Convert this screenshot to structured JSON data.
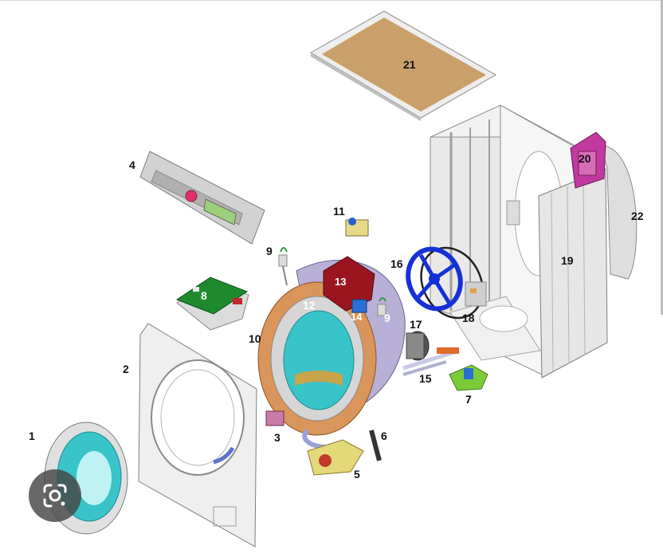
{
  "labels": {
    "p1": "1",
    "p2": "2",
    "p3": "3",
    "p4": "4",
    "p5": "5",
    "p6": "6",
    "p7": "7",
    "p8": "8",
    "p9a": "9",
    "p9b": "9",
    "p10": "10",
    "p11": "11",
    "p12": "12",
    "p13": "13",
    "p14": "14",
    "p15": "15",
    "p16": "16",
    "p17": "17",
    "p18": "18",
    "p19": "19",
    "p20": "20",
    "p21": "21",
    "p22": "22"
  },
  "icons": {
    "lens": "google-lens-icon"
  },
  "colors": {
    "lid": "#c9a06a",
    "tub": "#b9b0d8",
    "gasket": "#d9955a",
    "glass": "#39c4c9",
    "pulley": "#1531d6",
    "board": "#1e8a2d",
    "heater_block": "#9b1520",
    "valve": "#e4d97a",
    "bracket": "#c2399f"
  }
}
